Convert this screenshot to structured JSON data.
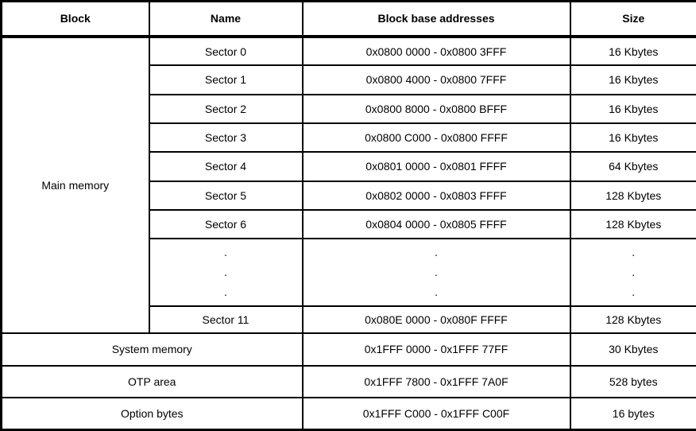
{
  "table": {
    "headers": {
      "block": "Block",
      "name": "Name",
      "addresses": "Block base addresses",
      "size": "Size"
    },
    "main_memory_label": "Main memory",
    "sectors": [
      {
        "name": "Sector 0",
        "addresses": "0x0800 0000 - 0x0800 3FFF",
        "size": "16 Kbytes"
      },
      {
        "name": "Sector 1",
        "addresses": "0x0800 4000 - 0x0800 7FFF",
        "size": "16 Kbytes"
      },
      {
        "name": "Sector 2",
        "addresses": "0x0800 8000 - 0x0800 BFFF",
        "size": "16 Kbytes"
      },
      {
        "name": "Sector 3",
        "addresses": "0x0800 C000 - 0x0800 FFFF",
        "size": "16 Kbytes"
      },
      {
        "name": "Sector 4",
        "addresses": "0x0801 0000 - 0x0801 FFFF",
        "size": "64 Kbytes"
      },
      {
        "name": "Sector 5",
        "addresses": "0x0802 0000 - 0x0803 FFFF",
        "size": "128 Kbytes"
      },
      {
        "name": "Sector 6",
        "addresses": "0x0804 0000 - 0x0805 FFFF",
        "size": "128 Kbytes"
      }
    ],
    "ellipsis_dot": ".",
    "sector11": {
      "name": "Sector 11",
      "addresses": "0x080E 0000 - 0x080F FFFF",
      "size": "128 Kbytes"
    },
    "bottom_rows": [
      {
        "block": "System memory",
        "addresses": "0x1FFF 0000 - 0x1FFF 77FF",
        "size": "30 Kbytes"
      },
      {
        "block": "OTP area",
        "addresses": "0x1FFF 7800 - 0x1FFF 7A0F",
        "size": "528 bytes"
      },
      {
        "block": "Option bytes",
        "addresses": "0x1FFF C000 - 0x1FFF C00F",
        "size": "16 bytes"
      }
    ],
    "colors": {
      "border": "#000000",
      "text": "#000000",
      "background": "#ffffff"
    }
  }
}
